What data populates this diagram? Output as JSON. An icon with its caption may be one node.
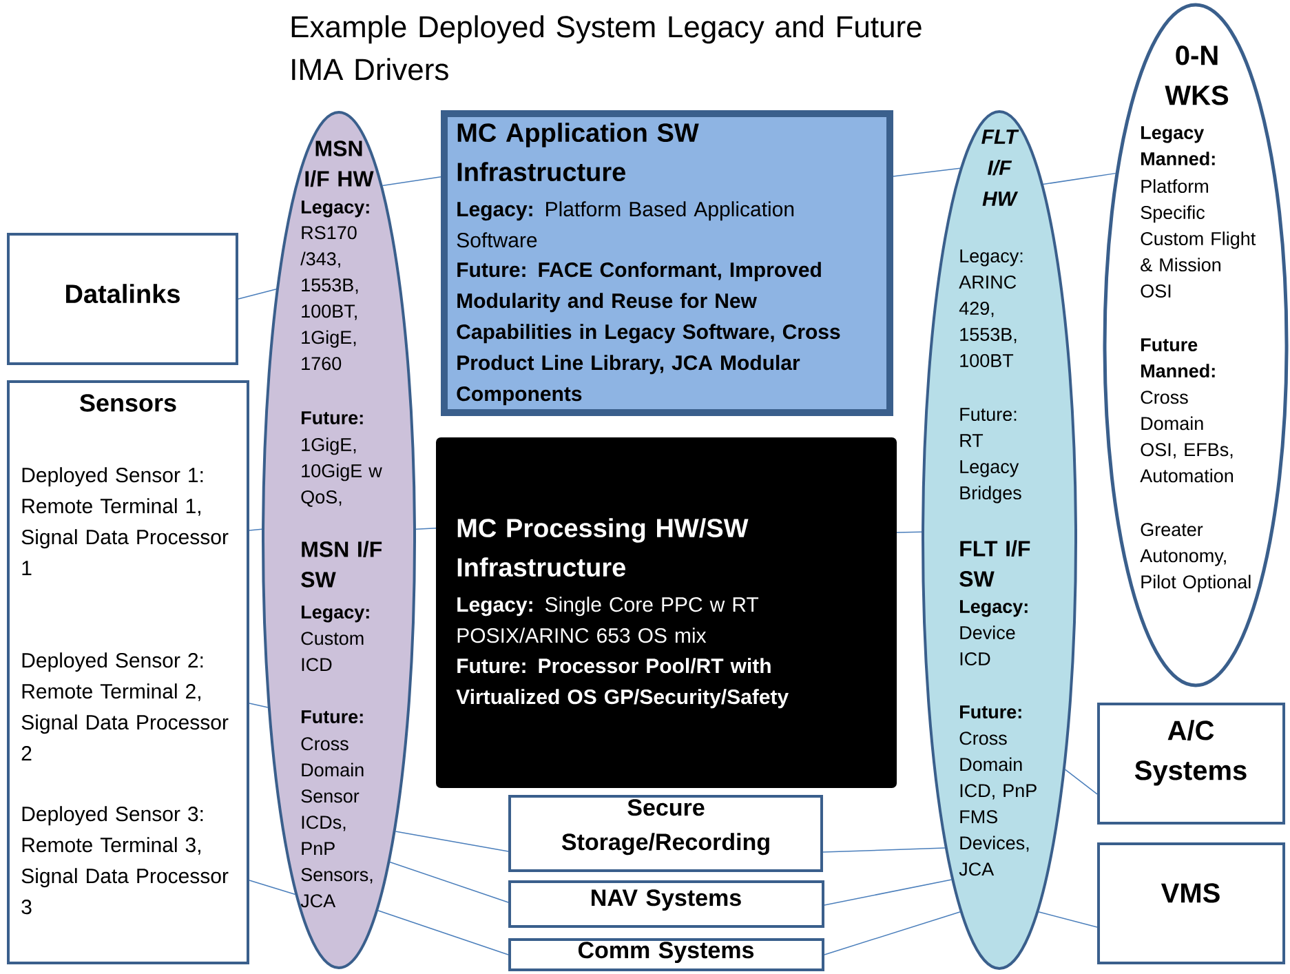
{
  "diagram": {
    "title": "Example Deployed System Legacy and Future IMA Drivers",
    "nodes": [
      {
        "text": [
          "Datalinks"
        ]
      },
      {
        "text": [
          "Sensors",
          "Deployed Sensor 1: Remote Terminal 1, Signal Data Processor 1",
          "Deployed Sensor 2: Remote Terminal 2, Signal Data Processor 2",
          "Deployed Sensor 3: Remote Terminal 3, Signal Data Processor 3"
        ]
      },
      {
        "text": [
          "MSN I/F HW",
          "Legacy:",
          "RS170 /343, 1553B, 100BT, 1GigE, 1760",
          "Future:",
          "1GigE, 10GigE w QoS,",
          "MSN I/F SW",
          "Legacy:",
          "Custom ICD",
          "Future:",
          "Cross Domain Sensor ICDs, PnP Sensors, JCA"
        ]
      },
      {
        "text": [
          "MC Application SW Infrastructure",
          "**Legacy:**  Platform Based Application Software",
          "Future: FACE Conformant, Improved Modularity and Reuse for New Capabilities in Legacy Software,   Cross Product Line Library,  JCA Modular Components"
        ]
      },
      {
        "text": [
          "MC Processing HW/SW Infrastructure",
          "**Legacy:** Single Core PPC w RT POSIX/ARINC 653 OS mix",
          "Future:  Processor Pool/RT with Virtualized OS GP/Security/Safety"
        ]
      },
      {
        "text": [
          "Secure Storage/Recording"
        ]
      },
      {
        "text": [
          "NAV Systems"
        ]
      },
      {
        "text": [
          "Comm Systems"
        ]
      },
      {
        "text": [
          "FLT I/F HW",
          "Legacy: ARINC 429, 1553B, 100BT",
          "Future: RT Legacy Bridges",
          "FLT I/F SW",
          "Legacy:",
          "Device ICD",
          "Future:",
          "Cross Domain ICD, PnP FMS Devices, JCA"
        ]
      },
      {
        "text": [
          "0-N WKS",
          "Legacy Manned:",
          "Platform Specific Custom Flight & Mission  OSI",
          "Future Manned:",
          "Cross Domain OSI, EFBs, Automation",
          "Greater Autonomy,  Pilot Optional"
        ]
      },
      {
        "text": [
          "A/C Systems"
        ]
      },
      {
        "text": [
          "VMS"
        ]
      }
    ],
    "edges": [
      {
        "from": 2,
        "to": 3,
        "arrow": "none"
      },
      {
        "from": 2,
        "to": 0,
        "arrow": "none"
      },
      {
        "from": 2,
        "to": 1,
        "arrow": "none"
      },
      {
        "from": 2,
        "to": 1,
        "arrow": "none"
      },
      {
        "from": 2,
        "to": 1,
        "arrow": "none"
      },
      {
        "from": 2,
        "to": 4,
        "arrow": "none"
      },
      {
        "from": 2,
        "to": 5,
        "arrow": "none"
      },
      {
        "from": 2,
        "to": 6,
        "arrow": "none"
      },
      {
        "from": 2,
        "to": 7,
        "arrow": "none"
      },
      {
        "from": 8,
        "to": 3,
        "arrow": "none"
      },
      {
        "from": 8,
        "to": 9,
        "arrow": "none"
      },
      {
        "from": 8,
        "to": 4,
        "arrow": "none"
      },
      {
        "from": 8,
        "to": 5,
        "arrow": "none"
      },
      {
        "from": 8,
        "to": 6,
        "arrow": "none"
      },
      {
        "from": 8,
        "to": 7,
        "arrow": "none"
      },
      {
        "from": 8,
        "to": 10,
        "arrow": "none"
      },
      {
        "from": 8,
        "to": 11,
        "arrow": "none"
      }
    ]
  }
}
